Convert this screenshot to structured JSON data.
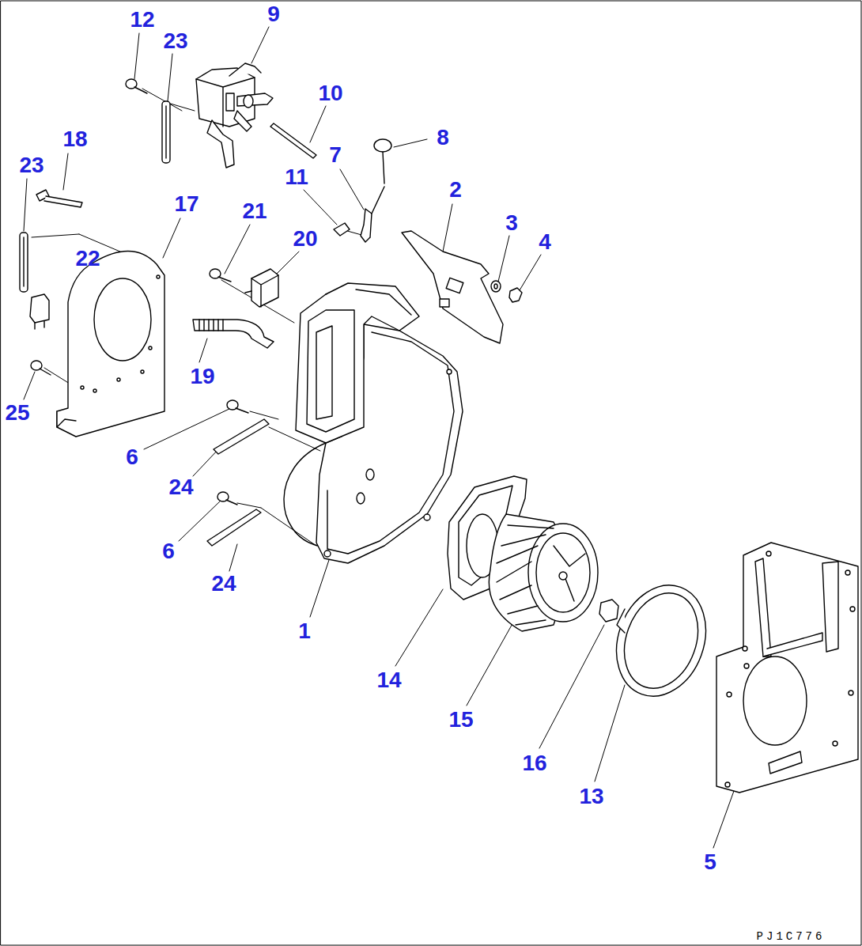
{
  "diagram": {
    "labels": [
      "12",
      "23",
      "9",
      "10",
      "18",
      "23",
      "17",
      "7",
      "8",
      "11",
      "21",
      "20",
      "2",
      "3",
      "4",
      "22",
      "19",
      "25",
      "6",
      "24",
      "6",
      "24",
      "1",
      "14",
      "15",
      "16",
      "13",
      "5",
      "PJ1C776"
    ]
  }
}
